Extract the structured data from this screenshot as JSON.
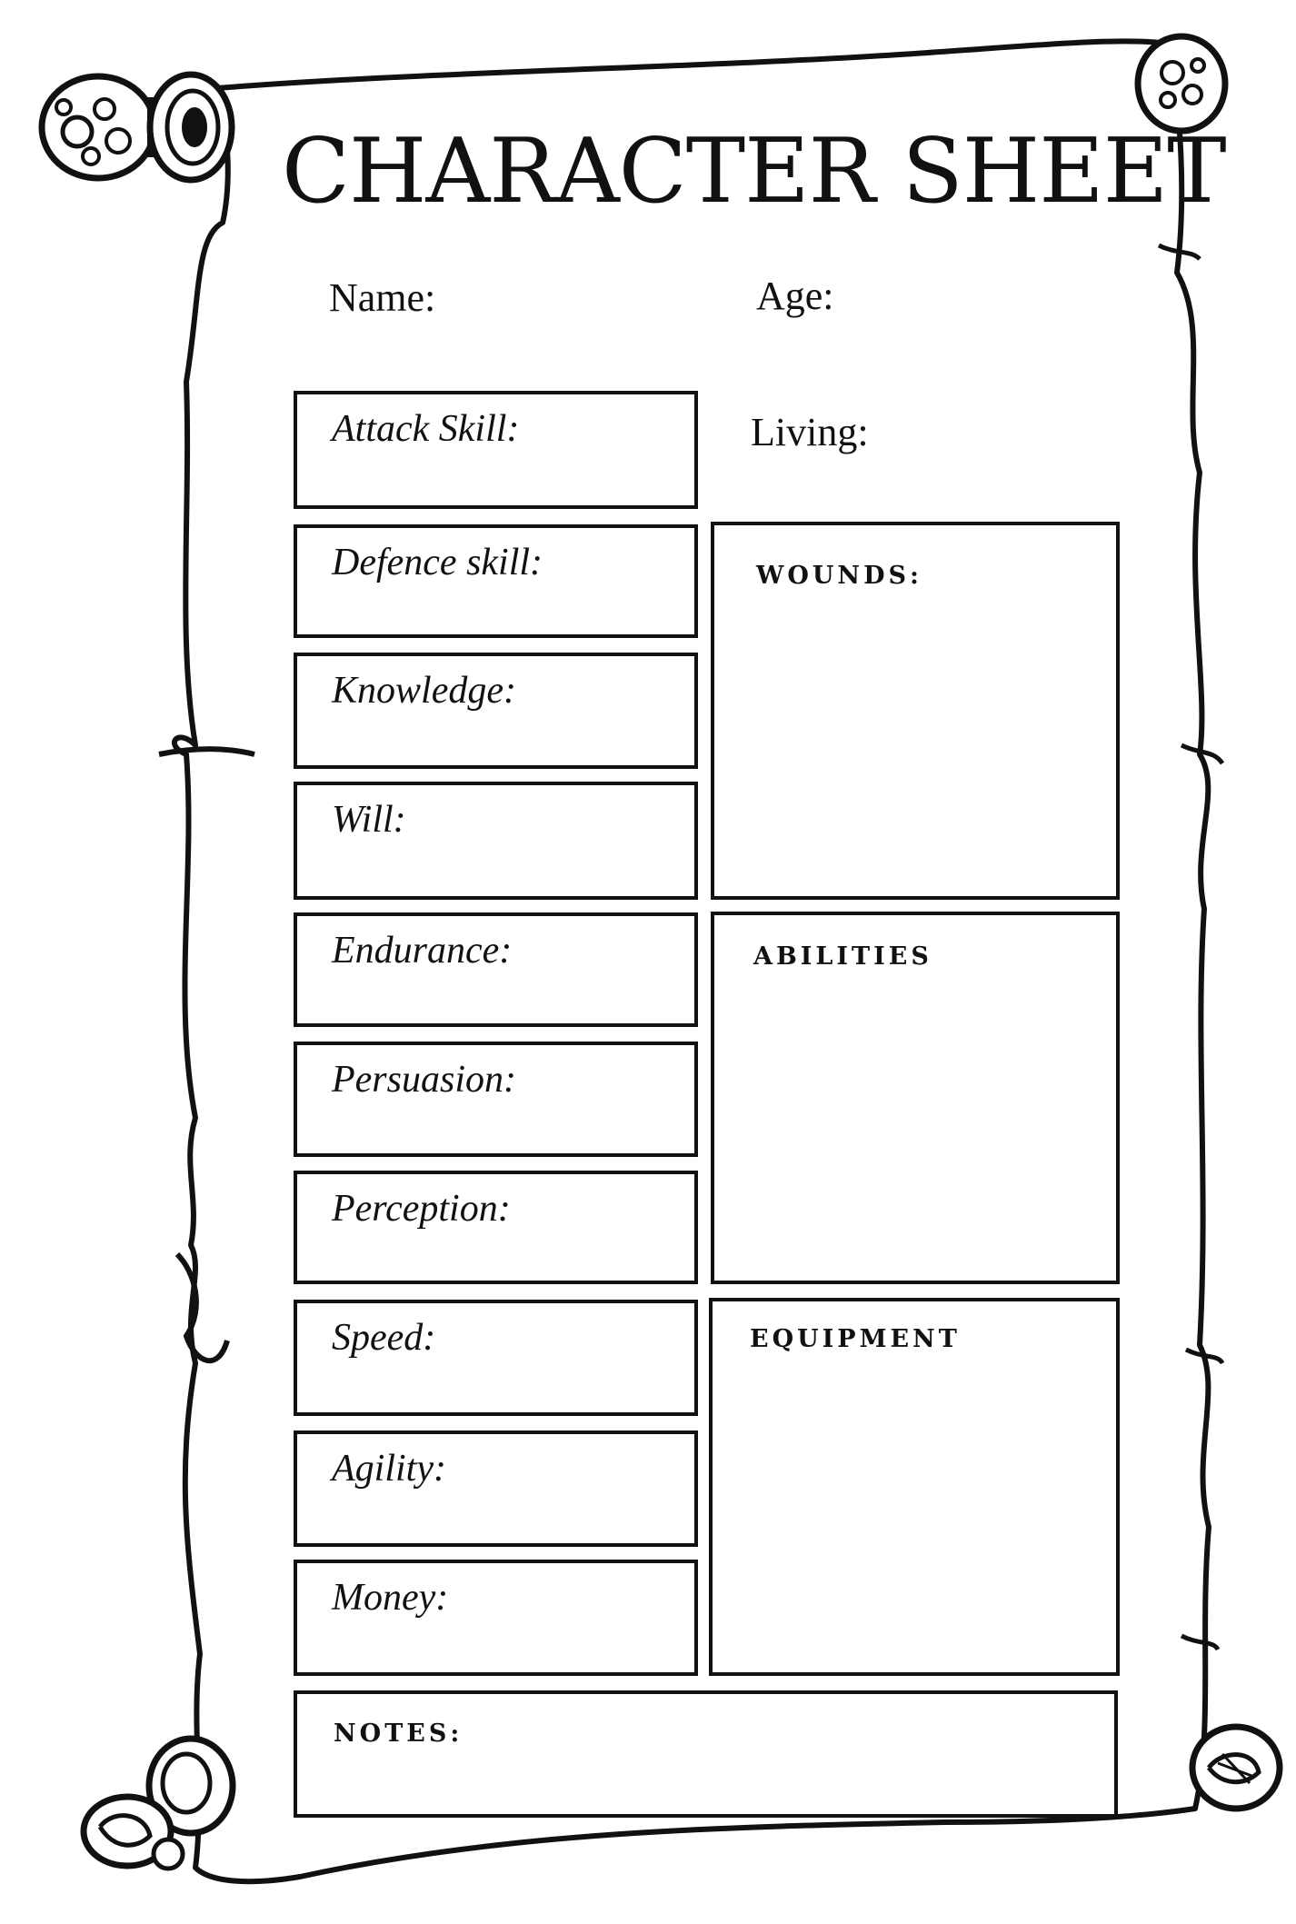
{
  "title": "CHARACTER SHEET",
  "fields": {
    "name_label": "Name:",
    "age_label": "Age:",
    "living_label": "Living:"
  },
  "stats": [
    {
      "label": "Attack Skill:",
      "value": ""
    },
    {
      "label": "Defence skill:",
      "value": ""
    },
    {
      "label": "Knowledge:",
      "value": ""
    },
    {
      "label": "Will:",
      "value": ""
    },
    {
      "label": "Endurance:",
      "value": ""
    },
    {
      "label": "Persuasion:",
      "value": ""
    },
    {
      "label": "Perception:",
      "value": ""
    },
    {
      "label": "Speed:",
      "value": ""
    },
    {
      "label": "Agility:",
      "value": ""
    },
    {
      "label": "Money:",
      "value": ""
    }
  ],
  "panels": {
    "wounds_label": "WOUNDS:",
    "abilities_label": "ABILITIES",
    "equipment_label": "EQUIPMENT",
    "notes_label": "NOTES:"
  },
  "colors": {
    "ink": "#111111",
    "paper": "#ffffff"
  }
}
